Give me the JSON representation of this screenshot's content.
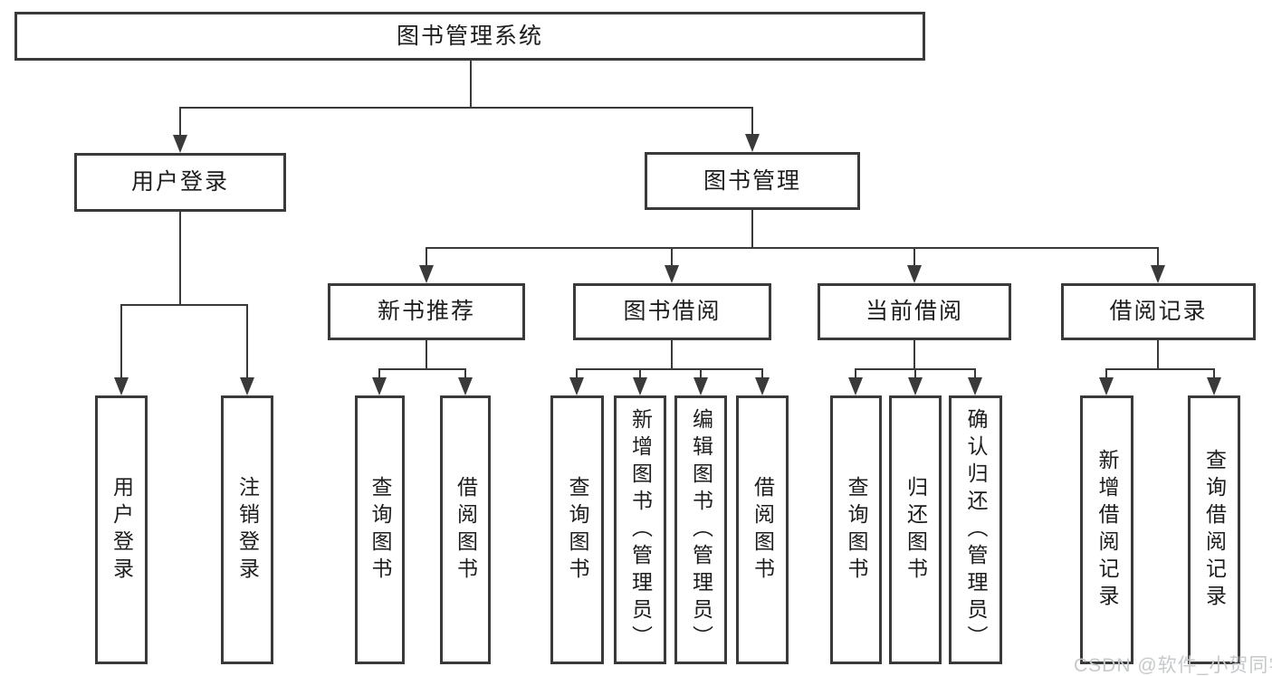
{
  "tree": {
    "label": "图书管理系统",
    "children": [
      {
        "label": "用户登录",
        "children": [
          {
            "label": "用户登录"
          },
          {
            "label": "注销登录"
          }
        ]
      },
      {
        "label": "图书管理",
        "children": [
          {
            "label": "新书推荐",
            "children": [
              {
                "label": "查询图书"
              },
              {
                "label": "借阅图书"
              }
            ]
          },
          {
            "label": "图书借阅",
            "children": [
              {
                "label": "查询图书"
              },
              {
                "label": "新增图书（管理员）"
              },
              {
                "label": "编辑图书（管理员）"
              },
              {
                "label": "借阅图书"
              }
            ]
          },
          {
            "label": "当前借阅",
            "children": [
              {
                "label": "查询图书"
              },
              {
                "label": "归还图书"
              },
              {
                "label": "确认归还（管理员）"
              }
            ]
          },
          {
            "label": "借阅记录",
            "children": [
              {
                "label": "新增借阅记录"
              },
              {
                "label": "查询借阅记录"
              }
            ]
          }
        ]
      }
    ]
  },
  "watermark": {
    "text": "CSDN @软件_小贺同学"
  },
  "colors": {
    "line": "#3a3a3a",
    "text": "#1d1d1d",
    "watermark": "#c6c9cb",
    "background": "#ffffff"
  }
}
